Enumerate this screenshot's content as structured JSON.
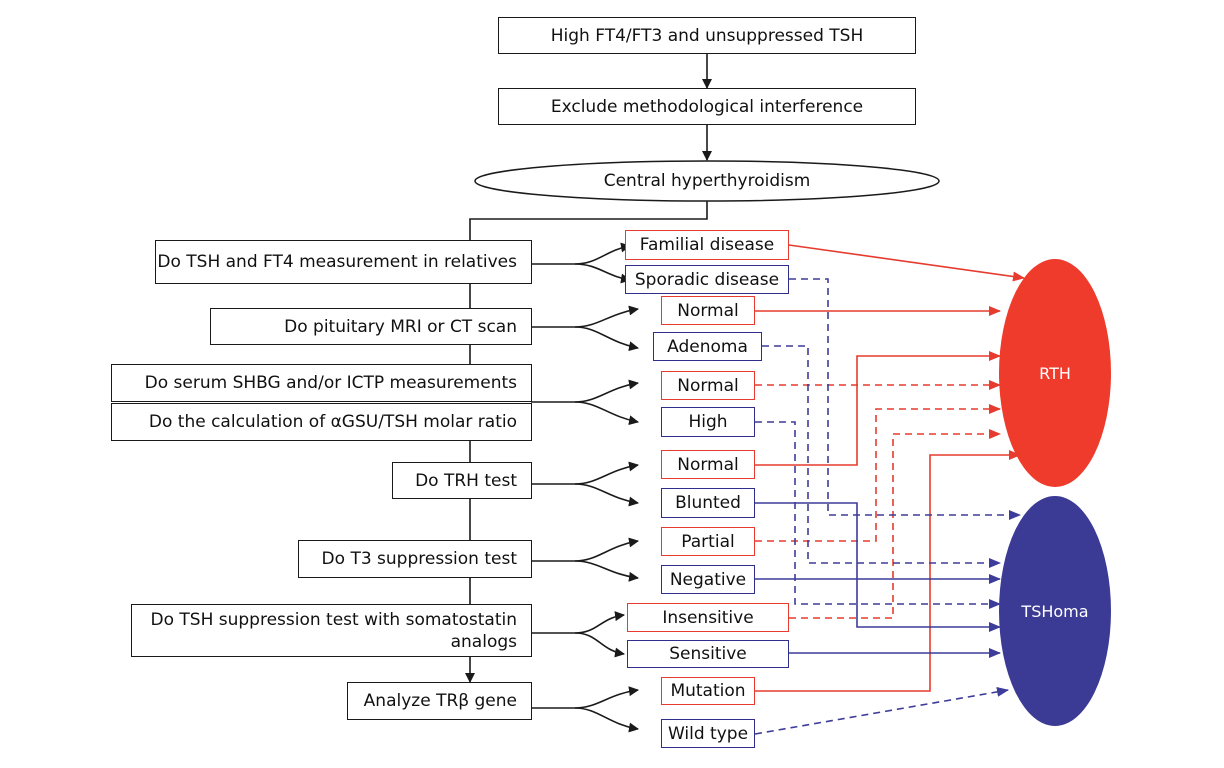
{
  "top_steps": {
    "step1": "High FT4/FT3 and unsuppressed TSH",
    "step2": "Exclude methodological interference",
    "step3": "Central hyperthyroidism"
  },
  "tests": {
    "relatives": "Do TSH and FT4 measurement in relatives",
    "mri": "Do pituitary MRI or CT scan",
    "shbg": "Do serum SHBG and/or ICTP measurements",
    "agsu": "Do the calculation of αGSU/TSH molar ratio",
    "trh": "Do TRH test",
    "t3": "Do T3 suppression test",
    "somatostatin_line1": "Do TSH suppression test with somatostatin",
    "somatostatin_line2": "analogs",
    "trb": "Analyze TRβ gene"
  },
  "results": {
    "familial": "Familial disease",
    "sporadic": "Sporadic disease",
    "mri_normal": "Normal",
    "adenoma": "Adenoma",
    "shbg_normal": "Normal",
    "high": "High",
    "trh_normal": "Normal",
    "blunted": "Blunted",
    "partial": "Partial",
    "negative": "Negative",
    "insensitive": "Insensitive",
    "sensitive": "Sensitive",
    "mutation": "Mutation",
    "wild_type": "Wild type"
  },
  "outcomes": {
    "rth": "RTH",
    "tshoma": "TSHoma"
  },
  "colors": {
    "rth": "#ef3b2c",
    "tshoma": "#3b3b96",
    "rth_line": "#e63b2e",
    "tshoma_line": "#3d3c9a",
    "flow": "#1a1a1a"
  }
}
